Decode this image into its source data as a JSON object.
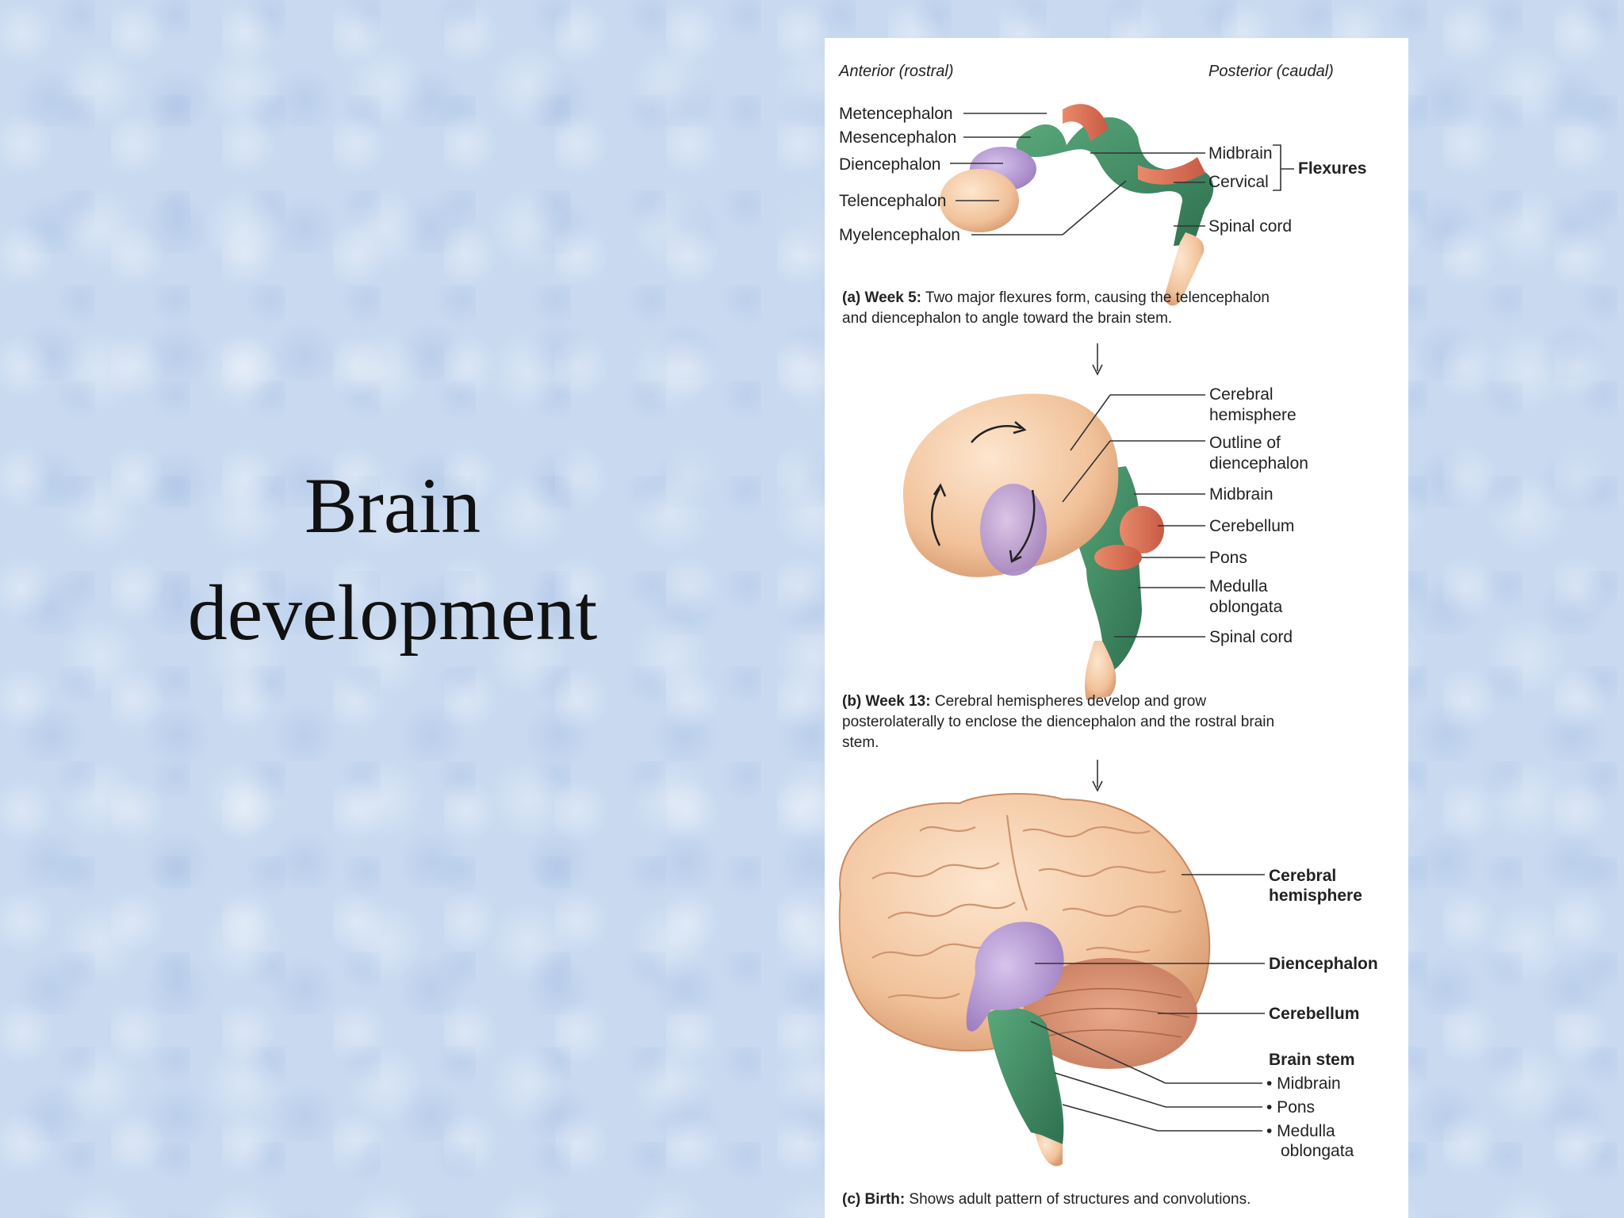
{
  "slide": {
    "title_line1": "Brain",
    "title_line2": "development"
  },
  "figure": {
    "panel_a": {
      "anterior": "Anterior (rostral)",
      "posterior": "Posterior (caudal)",
      "labels_left": [
        "Metencephalon",
        "Mesencephalon",
        "Diencephalon",
        "Telencephalon",
        "Myelencephalon"
      ],
      "labels_right": [
        "Midbrain",
        "Cervical",
        "Spinal cord"
      ],
      "flexures": "Flexures",
      "caption_bold": "(a) Week 5:",
      "caption_line1": " Two major flexures form, causing the telencephalon",
      "caption_line2": "and diencephalon to angle toward the brain stem."
    },
    "panel_b": {
      "labels": [
        "Cerebral",
        "hemisphere",
        "Outline of",
        "diencephalon",
        "Midbrain",
        "Cerebellum",
        "Pons",
        "Medulla",
        "oblongata",
        "Spinal cord"
      ],
      "caption_bold": "(b) Week 13:",
      "caption_line1": " Cerebral hemispheres develop and grow",
      "caption_line2": "posterolaterally to enclose the diencephalon and the rostral brain",
      "caption_line3": "stem."
    },
    "panel_c": {
      "labels": [
        "Cerebral",
        "hemisphere",
        "Diencephalon",
        "Cerebellum",
        "Brain stem"
      ],
      "brainstem_items": [
        "• Midbrain",
        "• Pons",
        "• Medulla",
        "oblongata"
      ],
      "caption_bold": "(c) Birth:",
      "caption_line1": " Shows adult pattern of structures and convolutions."
    },
    "colors": {
      "telencephalon": "#f3c9a4",
      "diencephalon": "#b79ad0",
      "brainstem": "#3f8f64",
      "cerebellum": "#e07a5f"
    }
  }
}
